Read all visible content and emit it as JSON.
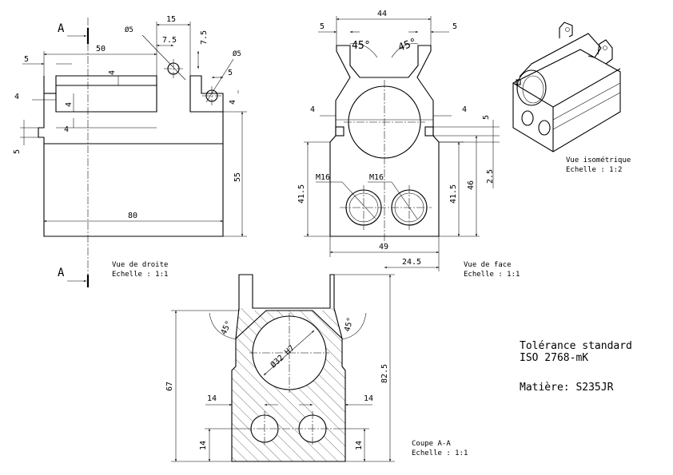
{
  "section_mark": "A",
  "views": {
    "right": {
      "title": "Vue de droite",
      "scale": "Echelle :  1:1"
    },
    "front": {
      "title": "Vue de face",
      "scale": "Echelle :  1:1"
    },
    "iso": {
      "title": "Vue isométrique",
      "scale": "Echelle :  1:2"
    },
    "section": {
      "title": "Coupe A-A",
      "scale": "Echelle :  1:1"
    }
  },
  "notes": {
    "tolerance_line1": "Tolérance standard",
    "tolerance_line2": "ISO 2768-mK",
    "material": "Matière: S235JR"
  },
  "dims": {
    "right": {
      "d15": "15",
      "phi5a": "Ø5",
      "d7_5h": "7.5",
      "d7_5v": "7.5",
      "phi5b": "Ø5",
      "d50": "50",
      "d5top": "5",
      "d4a": "4",
      "d5b": "5",
      "d4b": "4",
      "d4c": "4",
      "d4d": "4",
      "d5c": "5",
      "d55": "55",
      "d80": "80"
    },
    "front": {
      "d44": "44",
      "d5l": "5",
      "d5r": "5",
      "a45l": "45°",
      "a45r": "45°",
      "d4l": "4",
      "d4r": "4",
      "d5s": "5",
      "d2_5": "2.5",
      "d41_5l": "41.5",
      "d41_5r": "41.5",
      "d46": "46",
      "m16l": "M16",
      "m16r": "M16",
      "d49": "49",
      "d24_5": "24.5"
    },
    "section": {
      "a45l": "45°",
      "a45r": "45°",
      "bore": "Ø32 H7",
      "d67": "67",
      "d82_5": "82.5",
      "d14a": "14",
      "d14b": "14",
      "d14c": "14",
      "d14d": "14"
    }
  }
}
